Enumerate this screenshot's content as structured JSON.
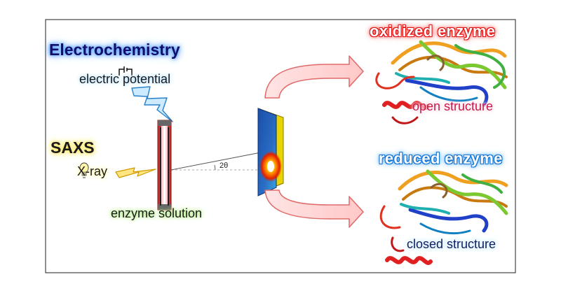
{
  "labels": {
    "electrochemistry": "Electrochemistry",
    "electric_potential": "electric potential",
    "saxs": "SAXS",
    "xray": "X-ray",
    "enzyme_solution": "enzyme solution",
    "scattering_angle": "2θ",
    "oxidized_enzyme": "oxidized enzyme",
    "open_structure": "open structure",
    "reduced_enzyme": "reduced enzyme",
    "closed_structure": "closed structure"
  },
  "colors": {
    "frame": "#444444",
    "arrow_fill": "#ffd6d6",
    "arrow_stroke": "#e06a6a",
    "lightning_fill": "#cdebff",
    "xray_bolt": "#ffe680",
    "detector_back": "#e8d400",
    "detector_face": "#1f5fb0",
    "cell_red": "#d43030",
    "cell_pink": "#ffd0d8"
  },
  "icons": [
    "potential-source-icon",
    "lightning-bolt-icon",
    "xray-bolt-icon",
    "bulb-icon",
    "detector-icon",
    "protein-structure-icon"
  ]
}
